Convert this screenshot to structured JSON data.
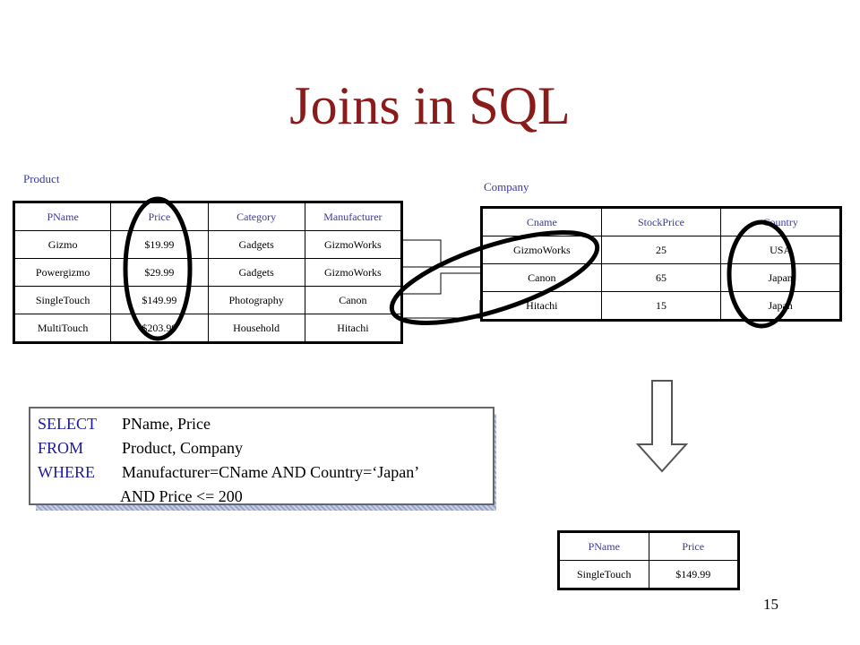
{
  "slide": {
    "title": "Joins in SQL",
    "page_number": "15"
  },
  "product": {
    "caption": "Product",
    "headers": [
      "PName",
      "Price",
      "Category",
      "Manufacturer"
    ],
    "rows": [
      [
        "Gizmo",
        "$19.99",
        "Gadgets",
        "GizmoWorks"
      ],
      [
        "Powergizmo",
        "$29.99",
        "Gadgets",
        "GizmoWorks"
      ],
      [
        "SingleTouch",
        "$149.99",
        "Photography",
        "Canon"
      ],
      [
        "MultiTouch",
        "$203.99",
        "Household",
        "Hitachi"
      ]
    ]
  },
  "company": {
    "caption": "Company",
    "headers": [
      "Cname",
      "StockPrice",
      "Country"
    ],
    "rows": [
      [
        "GizmoWorks",
        "25",
        "USA"
      ],
      [
        "Canon",
        "65",
        "Japan"
      ],
      [
        "Hitachi",
        "15",
        "Japan"
      ]
    ]
  },
  "sql": {
    "select_kw": "SELECT",
    "select_rest": "PName, Price",
    "from_kw": "FROM",
    "from_rest": "Product, Company",
    "where_kw": "WHERE",
    "where_rest": "Manufacturer=CName AND Country=‘Japan’",
    "and_line": "AND Price <= 200"
  },
  "result": {
    "headers": [
      "PName",
      "Price"
    ],
    "rows": [
      [
        "SingleTouch",
        "$149.99"
      ]
    ]
  },
  "colors": {
    "title": "#8B1A1A",
    "keyword": "#1c1c9c",
    "header": "#3a3a99"
  }
}
